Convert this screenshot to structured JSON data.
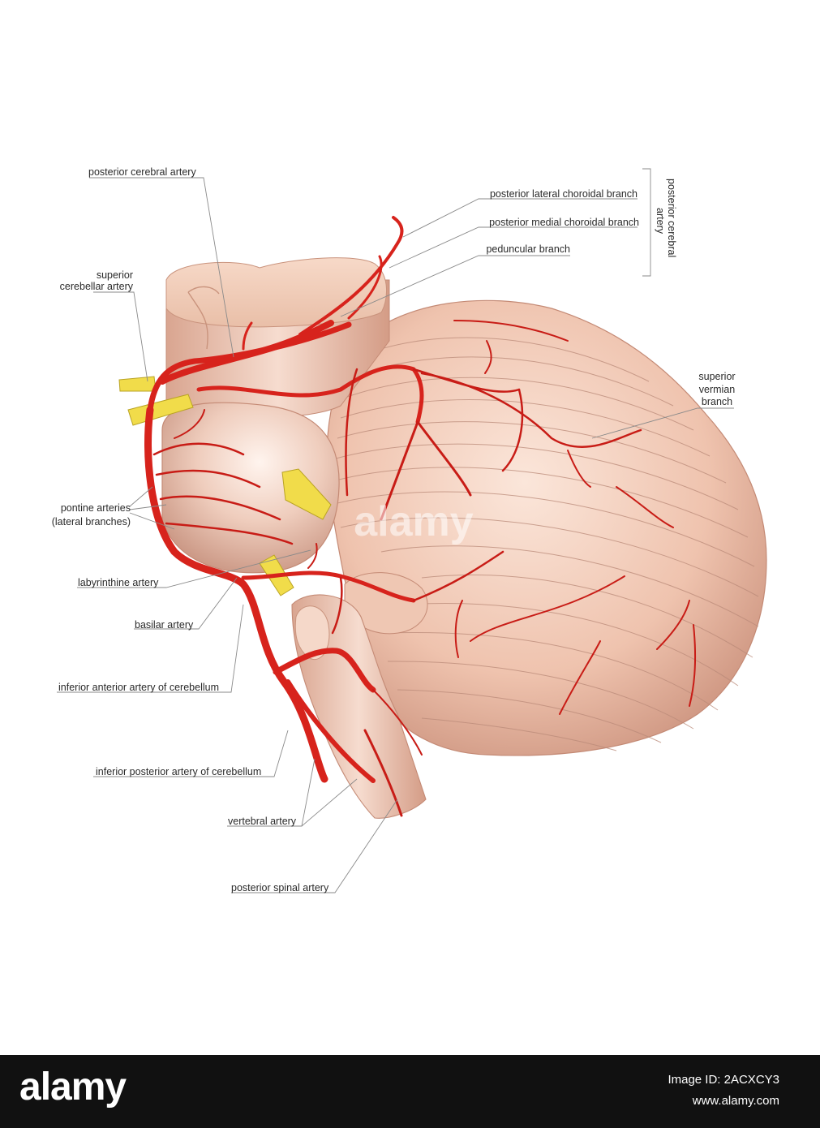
{
  "labels": {
    "posterior_cerebral_artery": "posterior cerebral artery",
    "superior_cerebellar_artery_1": "superior",
    "superior_cerebellar_artery_2": "cerebellar artery",
    "posterior_lateral_choroidal_branch": "posterior lateral choroidal branch",
    "posterior_medial_choroidal_branch": "posterior medial choroidal branch",
    "peduncular_branch": "peduncular branch",
    "group_posterior_cerebral_artery_1": "posterior cerebral",
    "group_posterior_cerebral_artery_2": "artery",
    "superior_vermian_branch_1": "superior",
    "superior_vermian_branch_2": "vermian",
    "superior_vermian_branch_3": "branch",
    "pontine_arteries_1": "pontine arteries",
    "pontine_arteries_2": "(lateral branches)",
    "labyrinthine_artery": "labyrinthine artery",
    "basilar_artery": "basilar artery",
    "inferior_anterior_artery": "inferior anterior artery of cerebellum",
    "inferior_posterior_artery": "inferior posterior artery of cerebellum",
    "vertebral_artery": "vertebral artery",
    "posterior_spinal_artery": "posterior spinal artery"
  },
  "watermark": "alamy",
  "footer": {
    "logo": "alamy",
    "image_id": "Image ID: 2ACXCY3",
    "url": "www.alamy.com"
  },
  "colors": {
    "artery": "#d7231c",
    "tissue": "#f0c7b3",
    "tissue_shadow": "#d9a08b",
    "nerve": "#f1dc4a",
    "footer_bg": "#111111"
  }
}
